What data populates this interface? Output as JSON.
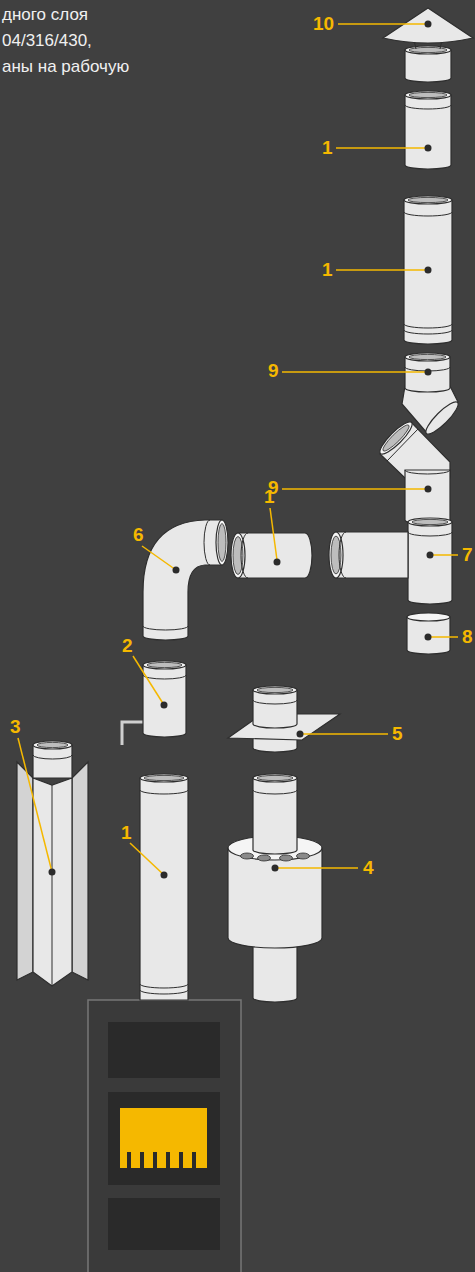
{
  "diagram": {
    "labels": [
      "дного слоя",
      "04/316/430,",
      "аны на рабочую",
      "10",
      "1",
      "1",
      "9",
      "9",
      "1",
      "6",
      "7",
      "8",
      "2",
      "3",
      "5",
      "1",
      "4"
    ]
  }
}
